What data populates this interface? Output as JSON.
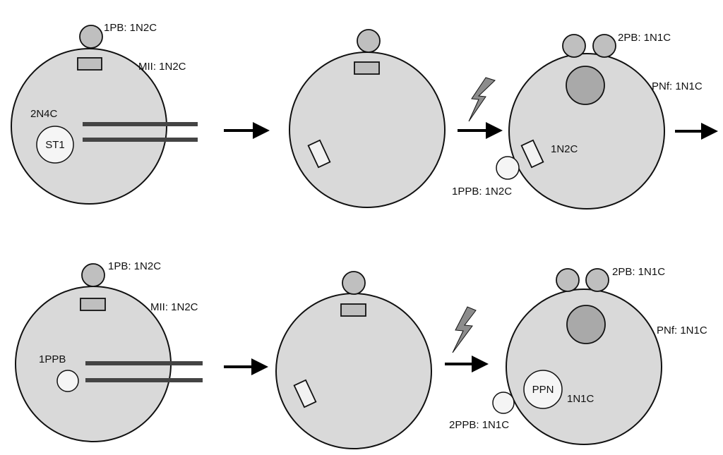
{
  "top_row": {
    "stage1": {
      "polar_body_label": "1PB: 1N2C",
      "metaphase_label": "MII: 1N2C",
      "nucleus_ploidy_label": "2N4C",
      "nucleus_label": "ST1"
    },
    "stage3": {
      "polar_bodies_label": "2PB: 1N1C",
      "pronucleus_label": "PNf: 1N1C",
      "spindle_label": "1N2C",
      "ppb_label": "1PPB: 1N2C"
    }
  },
  "bottom_row": {
    "stage1": {
      "polar_body_label": "1PB: 1N2C",
      "metaphase_label": "MII: 1N2C",
      "ppb_label": "1PPB"
    },
    "stage3": {
      "polar_bodies_label": "2PB: 1N1C",
      "pronucleus_label": "PNf: 1N1C",
      "ppn_label": "PPN",
      "ppn_ploidy_label": "1N1C",
      "ppb_label": "2PPB: 1N1C"
    }
  }
}
